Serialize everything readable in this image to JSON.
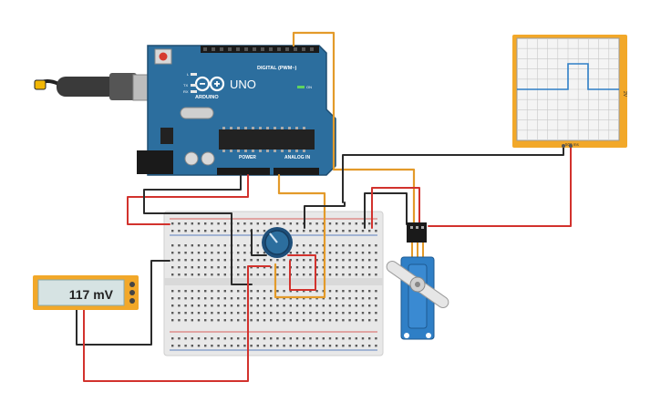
{
  "arduino": {
    "logo": "UNO",
    "brand": "ARDUINO",
    "digital_label": "DIGITAL (PWM~)",
    "power_label": "POWER",
    "analog_label": "ANALOG IN",
    "on_label": "ON",
    "led_l": "L",
    "led_tx": "TX",
    "led_rx": "RX",
    "board_color": "#2c6e9e"
  },
  "multimeter": {
    "reading": "117 mV",
    "frame_color": "#f2a829"
  },
  "oscilloscope": {
    "frame_color": "#f2a829",
    "trace_color": "#2f7fc6",
    "side_label": "2V",
    "bottom_label": "500 ms"
  },
  "wires": {
    "red": "#d2322d",
    "black": "#2b2b2b",
    "orange": "#e39a2a"
  },
  "components": {
    "breadboard": "breadboard",
    "potentiometer": "potentiometer",
    "servo": "servo"
  }
}
